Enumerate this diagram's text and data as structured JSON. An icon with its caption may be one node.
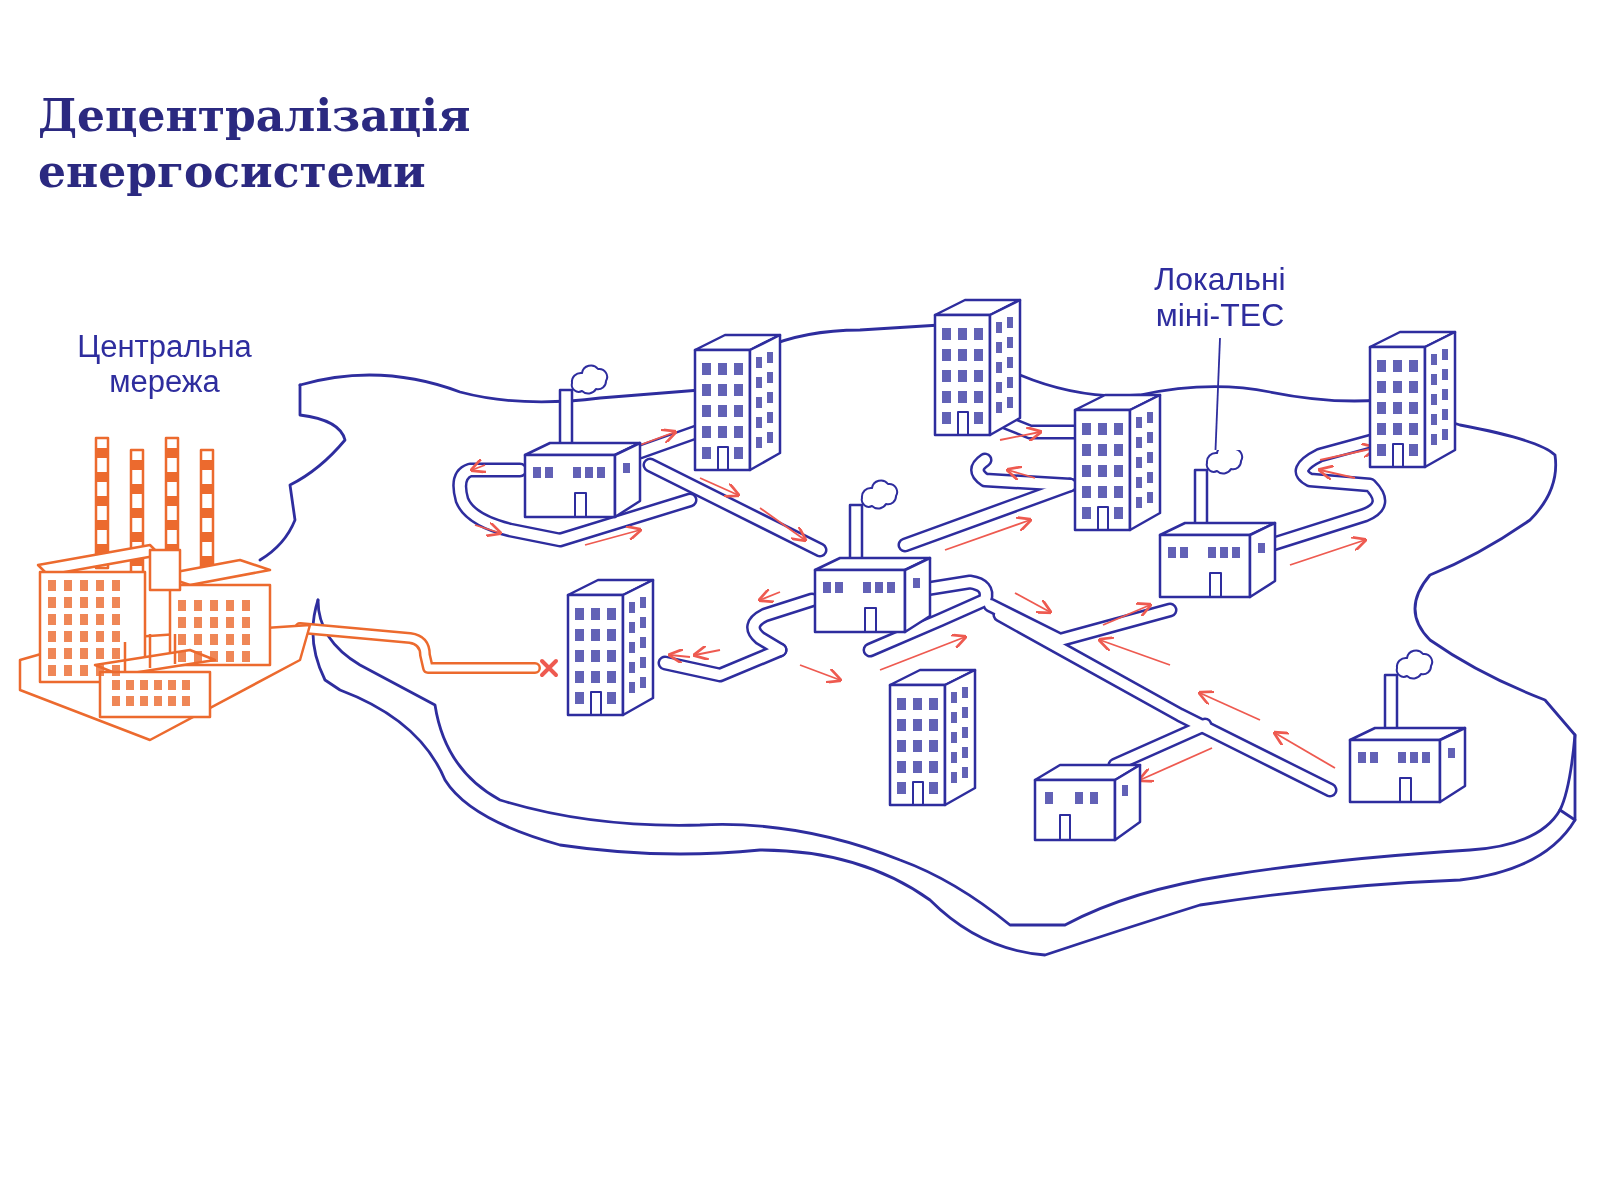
{
  "diagram": {
    "title": "Децентралізація енергосистеми",
    "nodes": [
      {
        "text": [
          "Центральна мережа"
        ]
      },
      {
        "text": [
          "Локальні міні-ТЕС"
        ]
      },
      {
        "text": [],
        "shape": "picture"
      }
    ],
    "edges": [
      {
        "from": 1,
        "to": 2,
        "arrow": "none"
      }
    ]
  }
}
